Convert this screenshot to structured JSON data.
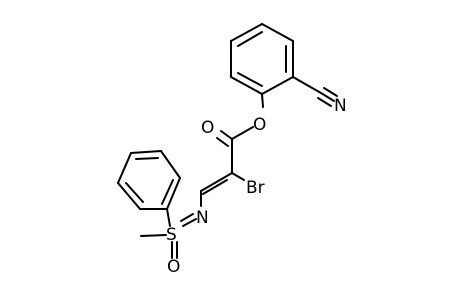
{
  "atoms": {
    "ester_oxygen": "O",
    "carbonyl_oxygen": "O",
    "nitrile_nitrogen": "N",
    "bromine": "Br",
    "imine_nitrogen": "N",
    "sulfur": "S",
    "sulfoxide_oxygen": "O"
  },
  "colors": {
    "bond": "#000000",
    "label": "#000000",
    "background": "#ffffff"
  }
}
